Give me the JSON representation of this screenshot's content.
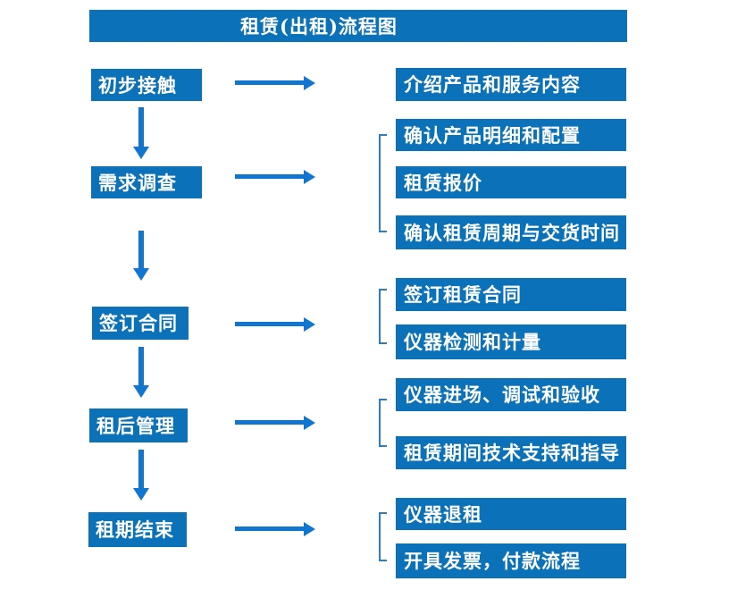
{
  "title": "租赁(出租)流程图",
  "colors": {
    "box": "#0b72b9",
    "arrow": "#1176d0",
    "bracket": "#2e7bc0",
    "text": "#ffffff",
    "background": "#ffffff"
  },
  "steps": [
    {
      "label": "初步接触",
      "details": [
        "介绍产品和服务内容"
      ]
    },
    {
      "label": "需求调查",
      "details": [
        "确认产品明细和配置",
        "租赁报价",
        "确认租赁周期与交货时间"
      ]
    },
    {
      "label": "签订合同",
      "details": [
        "签订租赁合同",
        "仪器检测和计量"
      ]
    },
    {
      "label": "租后管理",
      "details": [
        "仪器进场、调试和验收",
        "租赁期间技术支持和指导"
      ]
    },
    {
      "label": "租期结束",
      "details": [
        "仪器退租",
        "开具发票，付款流程"
      ]
    }
  ]
}
